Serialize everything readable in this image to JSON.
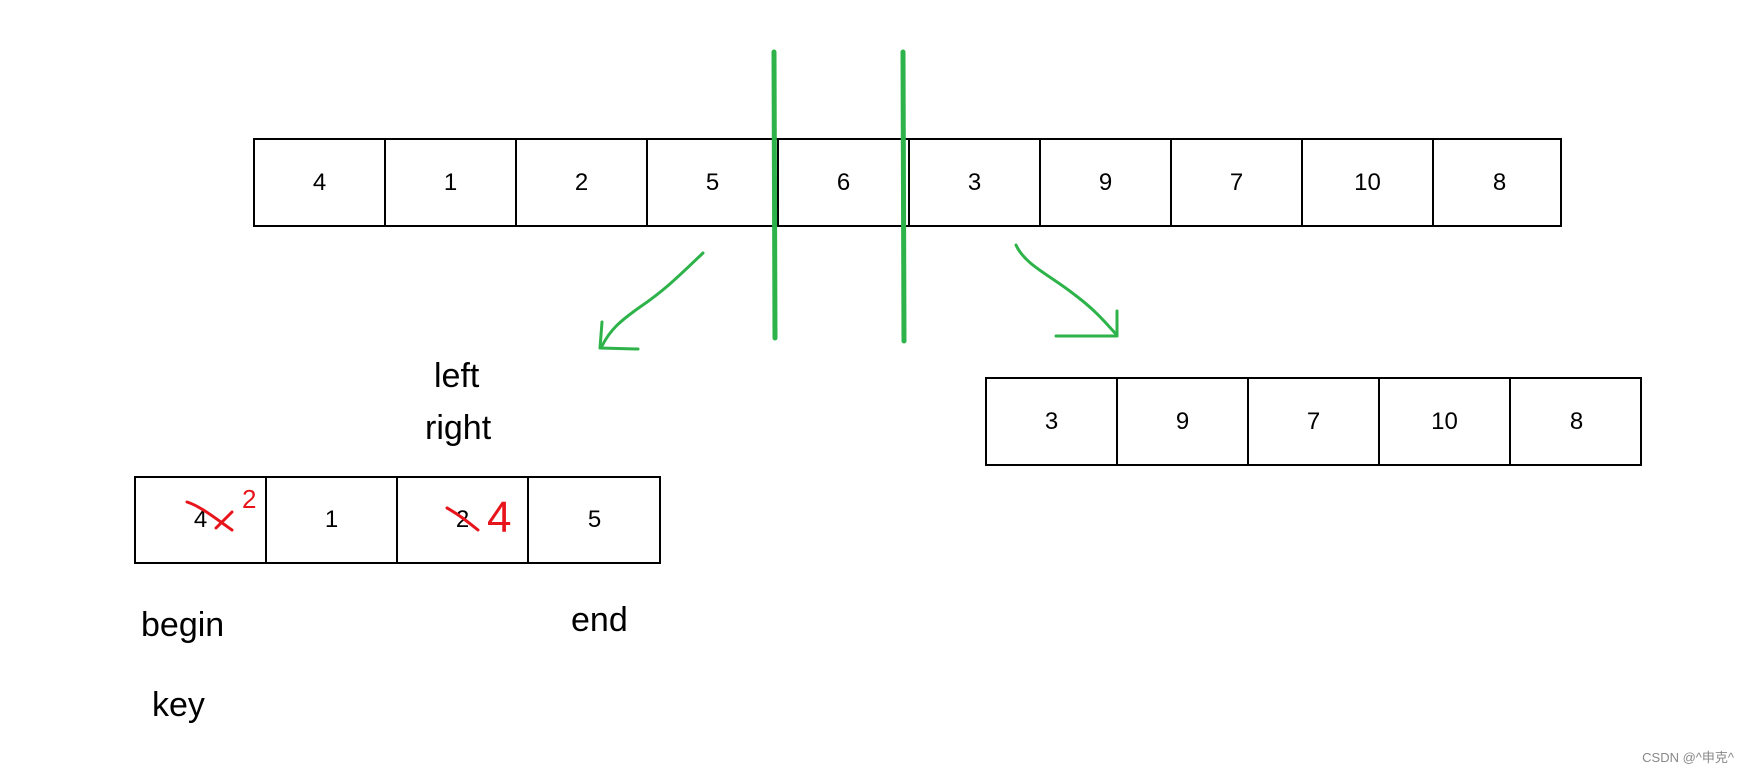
{
  "colors": {
    "divider": "#2db34a",
    "arrow": "#2db34a",
    "annotation": "#e8141c",
    "border": "#000000"
  },
  "main_array": {
    "cells": [
      "4",
      "1",
      "2",
      "5",
      "6",
      "3",
      "9",
      "7",
      "10",
      "8"
    ]
  },
  "right_subarray": {
    "cells": [
      "3",
      "9",
      "7",
      "10",
      "8"
    ]
  },
  "left_subarray": {
    "cells": [
      "4",
      "1",
      "2",
      "5"
    ],
    "annotations": [
      "2",
      "4"
    ]
  },
  "labels": {
    "left": "left",
    "right": "right",
    "begin": "begin",
    "end": "end",
    "key": "key"
  },
  "icons": [
    "split-arrow-left-icon",
    "split-arrow-right-icon",
    "partition-divider"
  ],
  "watermark": "CSDN @^申克^"
}
